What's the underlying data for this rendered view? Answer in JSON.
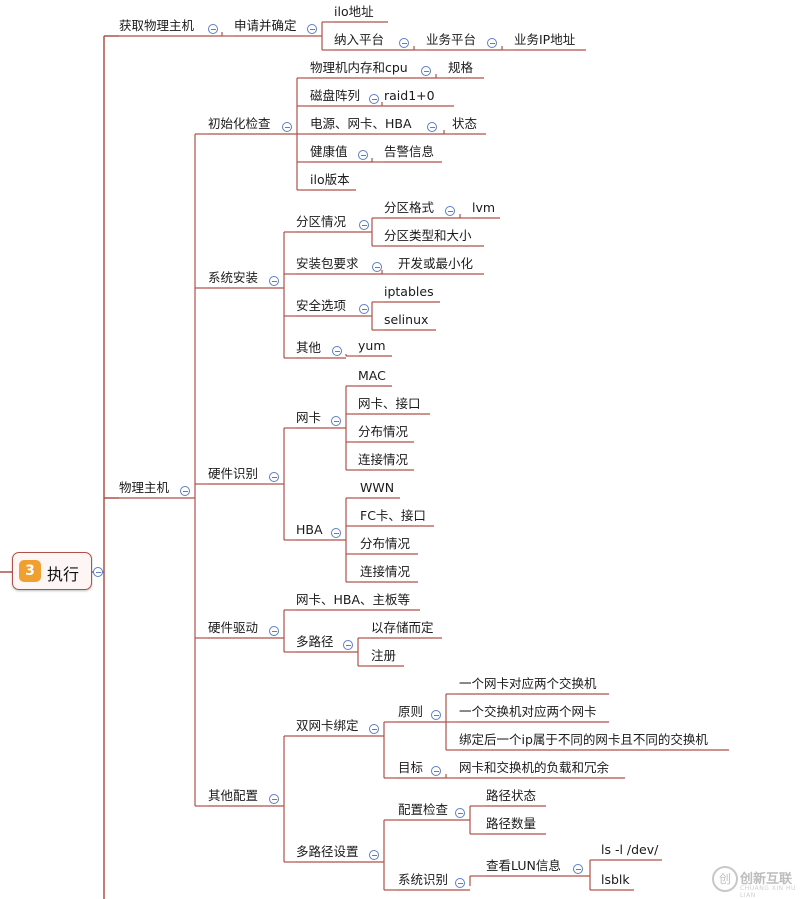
{
  "root": {
    "badge": "3",
    "text": "执行"
  },
  "nodes": {
    "n_get": "获取物理主机",
    "n_apply": "申请并确定",
    "n_ilo_addr": "ilo地址",
    "n_nalu": "纳入平台",
    "n_biz": "业务平台",
    "n_bizip": "业务IP地址",
    "n_phys": "物理主机",
    "n_init": "初始化检查",
    "n_memcpu": "物理机内存和cpu",
    "n_spec": "规格",
    "n_disk": "磁盘阵列",
    "n_raid": "raid1+0",
    "n_power": "电源、网卡、HBA",
    "n_state": "状态",
    "n_health": "健康值",
    "n_alarm": "告警信息",
    "n_ilover": "ilo版本",
    "n_sysinst": "系统安装",
    "n_part": "分区情况",
    "n_partfmt": "分区格式",
    "n_lvm": "lvm",
    "n_parttype": "分区类型和大小",
    "n_pkg": "安装包要求",
    "n_devmin": "开发或最小化",
    "n_sec": "安全选项",
    "n_iptables": "iptables",
    "n_selinux": "selinux",
    "n_other": "其他",
    "n_yum": "yum",
    "n_hwid": "硬件识别",
    "n_nic": "网卡",
    "n_mac": "MAC",
    "n_nicport": "网卡、接口",
    "n_nicdist": "分布情况",
    "n_nicconn": "连接情况",
    "n_hba": "HBA",
    "n_wwn": "WWN",
    "n_fcport": "FC卡、接口",
    "n_hbadist": "分布情况",
    "n_hbaconn": "连接情况",
    "n_drv": "硬件驱动",
    "n_drvlist": "网卡、HBA、主板等",
    "n_mpath": "多路径",
    "n_bystor": "以存储而定",
    "n_reg": "注册",
    "n_otherconf": "其他配置",
    "n_bond": "双网卡绑定",
    "n_rule": "原则",
    "n_r1": "一个网卡对应两个交换机",
    "n_r2": "一个交换机对应两个网卡",
    "n_r3": "绑定后一个ip属于不同的网卡且不同的交换机",
    "n_goal": "目标",
    "n_g1": "网卡和交换机的负载和冗余",
    "n_mpconf": "多路径设置",
    "n_confchk": "配置检查",
    "n_pathstate": "路径状态",
    "n_pathcnt": "路径数量",
    "n_sysid": "系统识别",
    "n_lun": "查看LUN信息",
    "n_lsl": "ls -l /dev/",
    "n_lsblk": "lsblk"
  },
  "watermark": {
    "logo": "创",
    "text": "创新互联",
    "sub": "CHUANG XIN HU LIAN"
  },
  "colors": {
    "line": "#b0504a",
    "collapse": "#5b7fc4",
    "badge": "#f0a030"
  }
}
